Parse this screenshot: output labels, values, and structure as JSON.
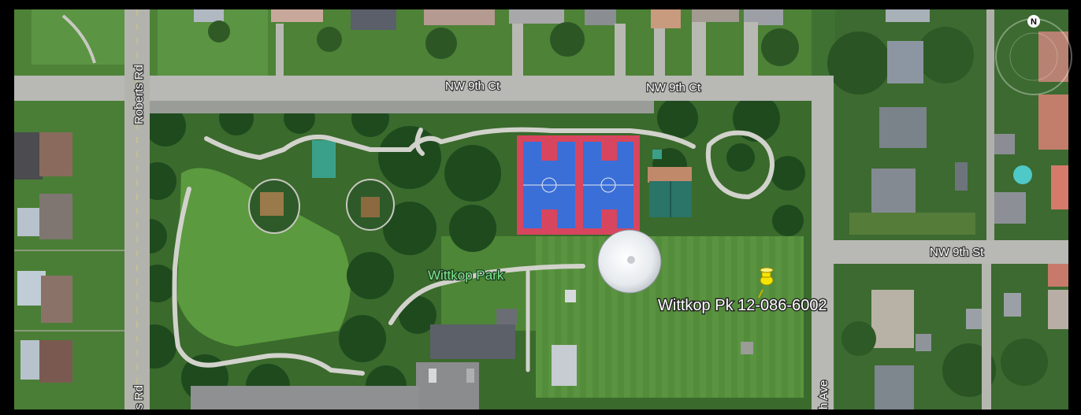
{
  "map": {
    "road_labels": {
      "nw9th_ct_west": "NW 9th Ct",
      "nw9th_ct_east": "NW 9th Ct",
      "nw9th_st": "NW 9th St",
      "roberts_rd_top": "Roberts Rd",
      "roberts_rd_bottom": "s Rd",
      "ave_partial": "h Ave"
    },
    "park_label": "Wittkop Park",
    "placemark": {
      "label": "Wittkop Pk 12-086-6002",
      "icon": "yellow-pushpin-icon",
      "color": "#f5e400"
    },
    "compass": {
      "label": "N",
      "icon": "compass-ring-icon"
    },
    "colors": {
      "court_blue": "#3a6fd8",
      "court_red": "#d8455e",
      "grass": "#4f8a3a",
      "tree_canopy": "#1f4a1e",
      "road": "#b8b8b4"
    }
  }
}
